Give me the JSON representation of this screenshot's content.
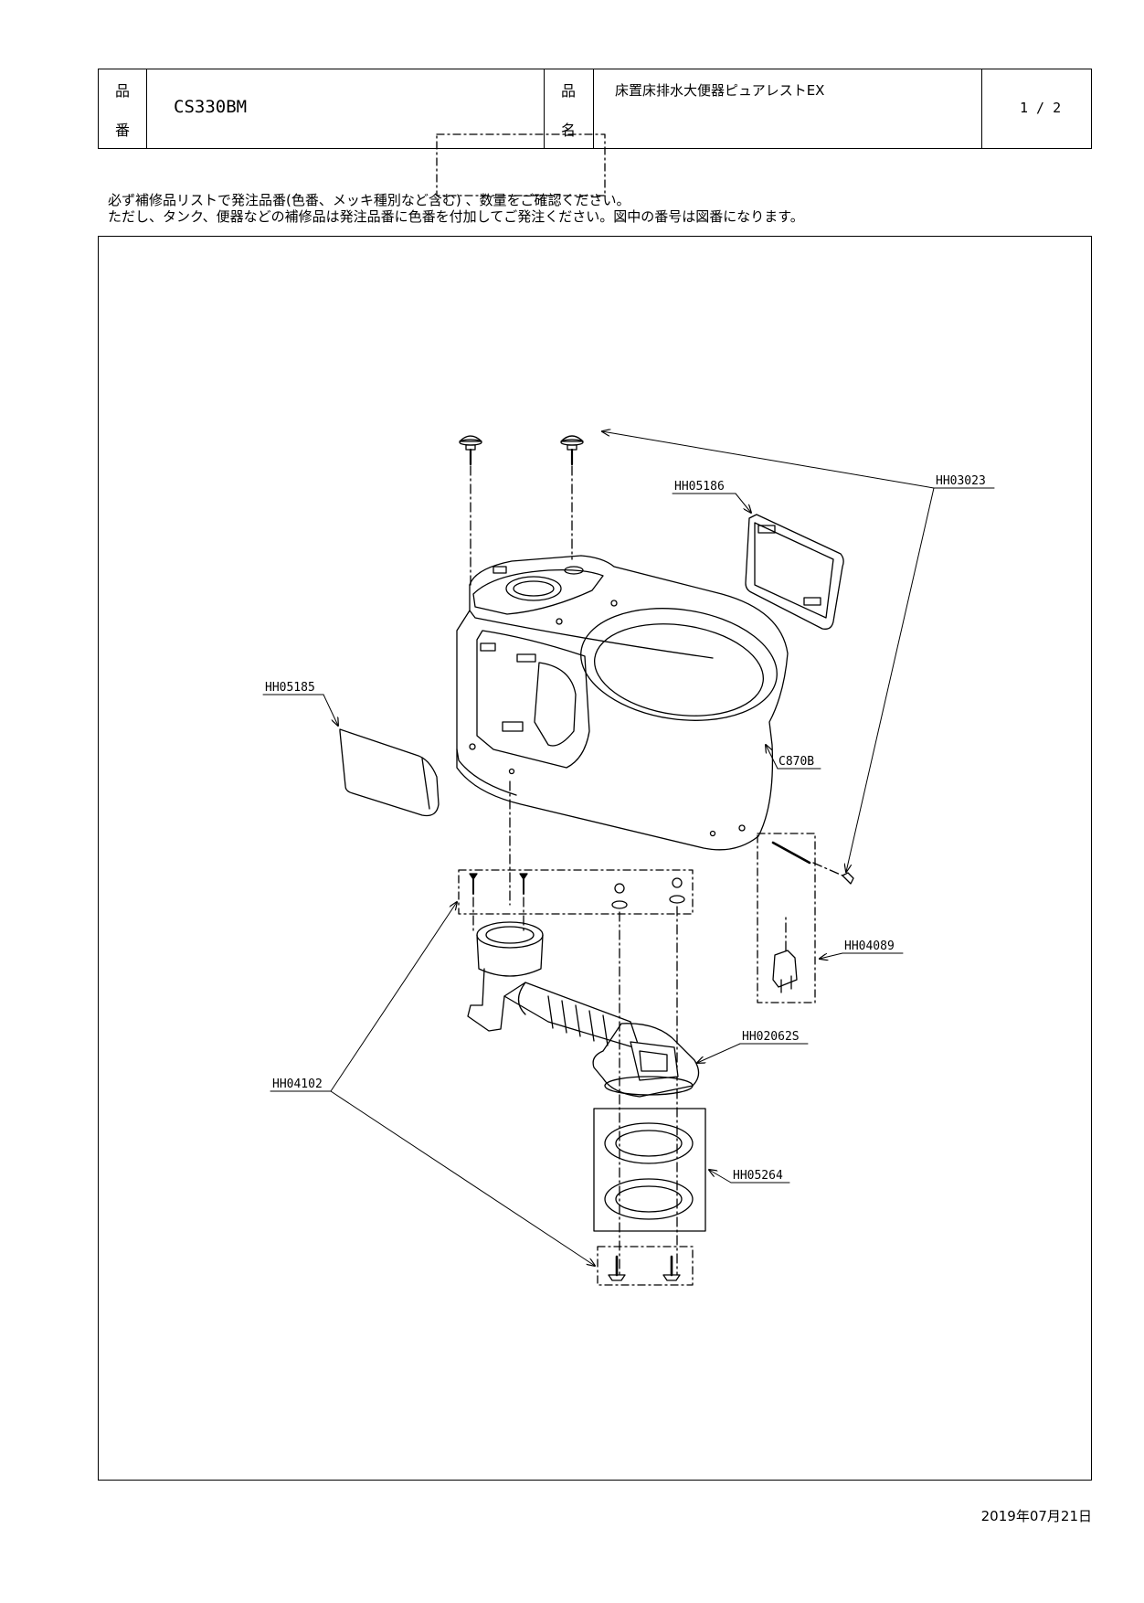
{
  "header": {
    "product_number_label_1": "品",
    "product_number_label_2": "番",
    "product_number": "CS330BM",
    "product_name_label_1": "品",
    "product_name_label_2": "名",
    "product_name": "床置床排水大便器ピュアレストEX",
    "page": "1 / 2"
  },
  "notes": {
    "line1": "必ず補修品リストで発注品番(色番、メッキ種別など含む) 、数量をご確認ください。",
    "line2": "ただし、タンク、便器などの補修品は発注品番に色番を付加してご発注ください。図中の番号は図番になります。"
  },
  "parts": {
    "hh03023": "HH03023",
    "hh05186": "HH05186",
    "hh05185": "HH05185",
    "c870b": "C870B",
    "hh04089": "HH04089",
    "hh02062s": "HH02062S",
    "hh04102": "HH04102",
    "hh05264": "HH05264"
  },
  "footer": {
    "date": "2019年07月21日"
  }
}
